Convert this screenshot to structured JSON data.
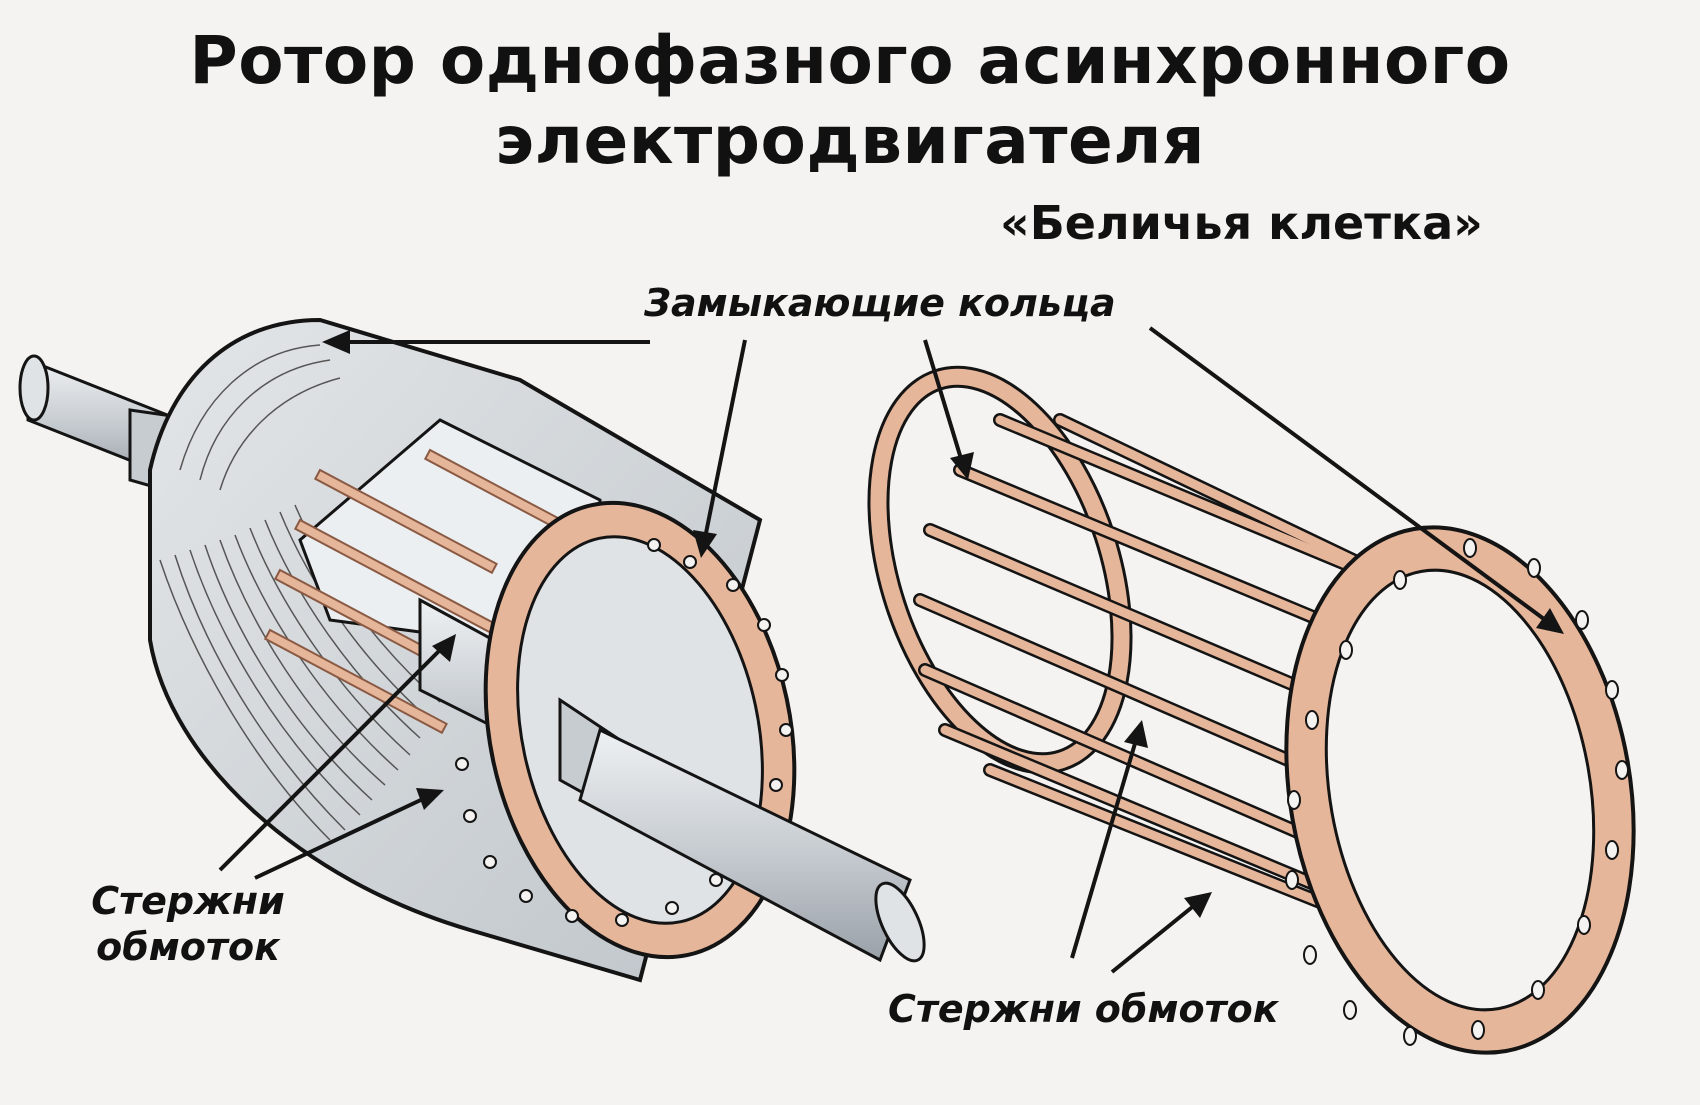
{
  "title": {
    "line1": "Ротор однофазного асинхронного",
    "line2": "электродвигателя"
  },
  "subtitle": "«Беличья клетка»",
  "labels": {
    "rings": "Замыкающие кольца",
    "bars_left_line1": "Стержни",
    "bars_left_line2": "обмоток",
    "bars_right": "Стержни обмоток"
  },
  "colors": {
    "copper": "#e6b69a",
    "copper_dark": "#c98a6c",
    "steel": "#d3d8dc",
    "steel_dark": "#a9b0b6",
    "line": "#141414"
  }
}
